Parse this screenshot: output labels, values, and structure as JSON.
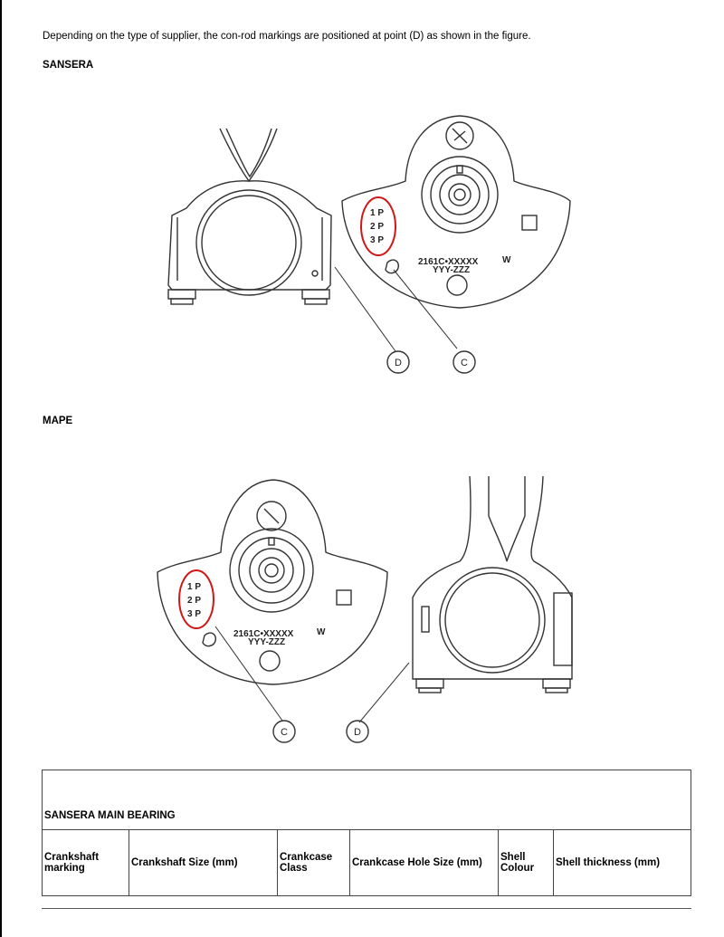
{
  "intro_text": "Depending on the type of supplier, the con-rod markings are positioned at point (D) as shown in the figure.",
  "sections": {
    "sansera_label": "SANSERA",
    "mape_label": "MAPE"
  },
  "figures": {
    "markings": [
      "1 P",
      "2 P",
      "3 P"
    ],
    "part_code": "2161C•XXXXX",
    "batch_code": "YYY-ZZZ",
    "weight_letter": "W",
    "callout_d": "D",
    "callout_c": "C"
  },
  "table": {
    "title": "SANSERA MAIN BEARING",
    "headers": [
      "Crankshaft marking",
      "Crankshaft Size (mm)",
      "Crankcase Class",
      "Crankcase Hole Size (mm)",
      "Shell Colour",
      "Shell thickness (mm)"
    ]
  }
}
